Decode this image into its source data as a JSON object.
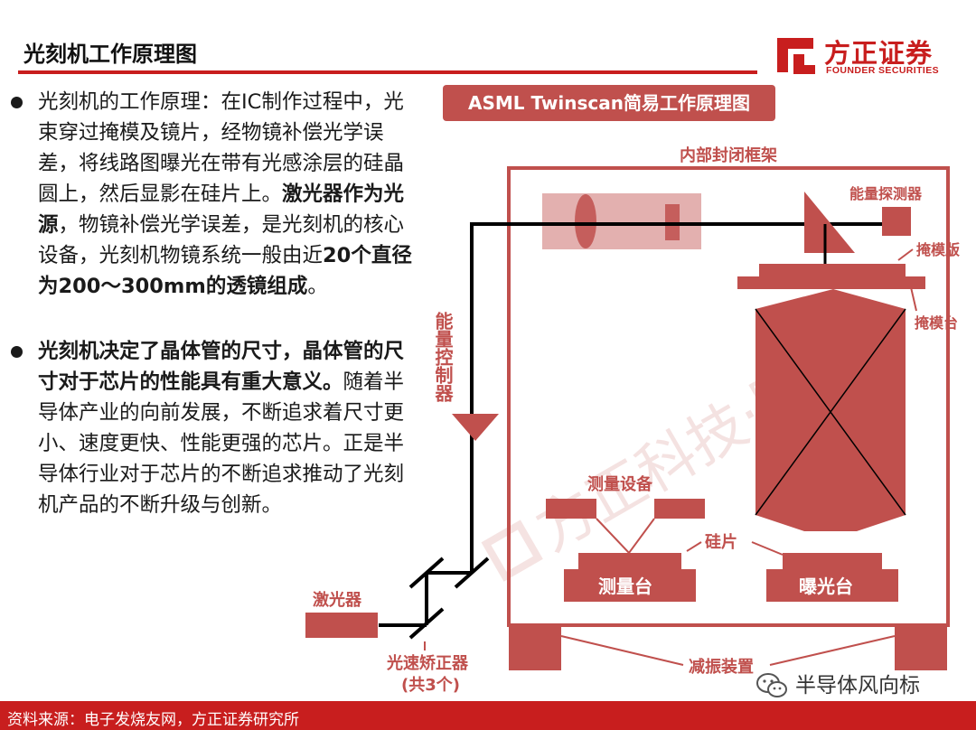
{
  "header": {
    "title": "光刻机工作原理图"
  },
  "logo": {
    "name_cn": "方正证券",
    "name_en": "FOUNDER SECURITIES",
    "brand_color": "#c81e1e"
  },
  "bullets": [
    {
      "segments": [
        {
          "text": "光刻机的工作原理：在IC制作过程中，光束穿过掩模及镜片，经物镜补偿光学误差，将线路图曝光在带有光感涂层的硅晶圆上，然后显影在硅片上。",
          "bold": false
        },
        {
          "text": "激光器作为光源",
          "bold": true
        },
        {
          "text": "，物镜补偿光学误差，是光刻机的核心设备，光刻机物镜系统一般由近",
          "bold": false
        },
        {
          "text": "20个直径为200～300mm的透镜组成",
          "bold": true
        },
        {
          "text": "。",
          "bold": false
        }
      ]
    },
    {
      "segments": [
        {
          "text": "光刻机决定了晶体管的尺寸，晶体管的尺寸对于芯片的性能具有重大意义。",
          "bold": true
        },
        {
          "text": "随着半导体产业的向前发展，不断追求着尺寸更小、速度更快、性能更强的芯片。正是半导体行业对于芯片的不断追求推动了光刻机产品的不断升级与创新。",
          "bold": false
        }
      ]
    }
  ],
  "diagram": {
    "title": "ASML Twinscan简易工作原理图",
    "accent_color": "#c0504d",
    "labels": {
      "frame": "内部封闭框架",
      "energy_detector": "能量探测器",
      "reticle": "掩模版",
      "reticle_stage": "掩模台",
      "energy_controller": "能量控制器",
      "metrology": "测量设备",
      "wafer": "硅片",
      "measure_stage": "测量台",
      "exposure_stage": "曝光台",
      "laser": "激光器",
      "beam_corrector": "光速矫正器",
      "beam_corrector_count": "(共3个)",
      "vibration_isolation": "减振装置"
    },
    "watermark": "方正科技·陈杭"
  },
  "footer": {
    "source": "资料来源：电子发烧友网，方正证券研究所"
  },
  "wechat": {
    "account": "半导体风向标"
  }
}
